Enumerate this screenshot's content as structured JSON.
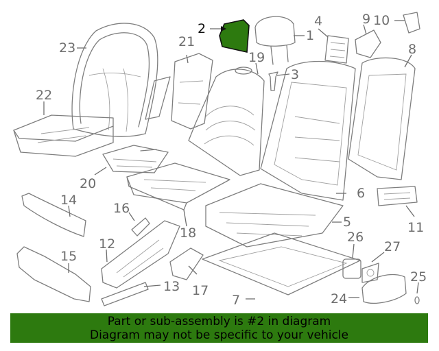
{
  "diagram": {
    "highlight_color": "#2d7a0f",
    "callouts": [
      "1",
      "2",
      "3",
      "4",
      "5",
      "6",
      "7",
      "8",
      "9",
      "10",
      "11",
      "12",
      "13",
      "14",
      "15",
      "16",
      "17",
      "18",
      "19",
      "20",
      "21",
      "22",
      "23",
      "24",
      "25",
      "26",
      "27"
    ],
    "highlighted_part": "2"
  },
  "banner": {
    "line1": "Part or sub-assembly is #2 in diagram",
    "line2": "Diagram may not be specific to your vehicle",
    "background": "#2d7a0f"
  }
}
